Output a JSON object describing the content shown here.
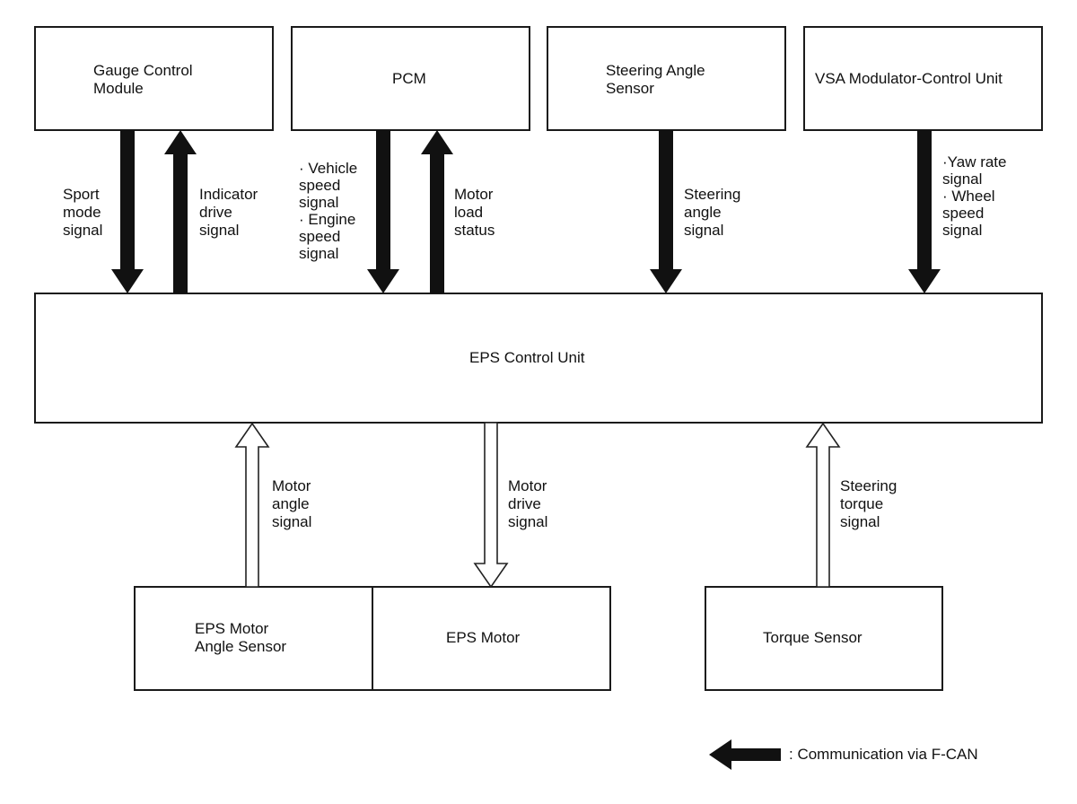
{
  "boxes": {
    "gauge": [
      "Gauge Control",
      "Module"
    ],
    "pcm": [
      "PCM"
    ],
    "steering_sensor": [
      "Steering Angle",
      "Sensor"
    ],
    "vsa": [
      "VSA Modulator-Control Unit"
    ],
    "eps_control": [
      "EPS Control Unit"
    ],
    "eps_motor_angle": [
      "EPS Motor",
      "Angle Sensor"
    ],
    "eps_motor": [
      "EPS Motor"
    ],
    "torque_sensor": [
      "Torque Sensor"
    ]
  },
  "signals": {
    "sport_mode": [
      "Sport",
      "mode",
      "signal"
    ],
    "indicator_drive": [
      "Indicator",
      "drive",
      "signal"
    ],
    "vehicle_engine_speed": [
      "· Vehicle",
      "speed",
      "signal",
      "· Engine",
      "speed",
      "signal"
    ],
    "motor_load": [
      "Motor",
      "load",
      "status"
    ],
    "steering_angle": [
      "Steering",
      "angle",
      "signal"
    ],
    "yaw_wheel": [
      "·Yaw rate",
      "signal",
      "",
      "· Wheel",
      "speed",
      "signal"
    ],
    "motor_angle": [
      "Motor",
      "angle",
      "signal"
    ],
    "motor_drive": [
      "Motor",
      "drive",
      "signal"
    ],
    "steering_torque": [
      "Steering",
      "torque",
      "signal"
    ]
  },
  "legend": {
    "text": ": Communication via F-CAN"
  },
  "colors": {
    "line": "#1a1a1a",
    "solid_arrow": "#111111",
    "background": "#ffffff"
  }
}
